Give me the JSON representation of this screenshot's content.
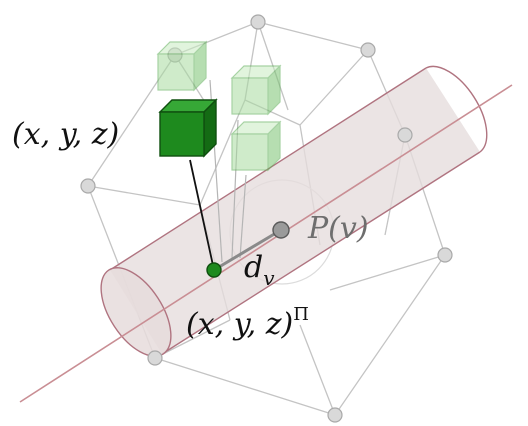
{
  "labels": {
    "point_3d": "(x, y, z)",
    "projection_base": "(x, y, z)",
    "projection_superscript": "Π",
    "distance_symbol": "d",
    "distance_subscript": "v",
    "curve_point": "P(v)"
  },
  "colors": {
    "focus_cube": "#1e8a1e",
    "ghost_cube": "#a8dba0",
    "tube_fill": "#e6dcdc",
    "tube_edge": "#b07480",
    "axis_line": "#c98e94",
    "graph_edge": "#c4c4c4",
    "graph_node": "#d9d9d9",
    "curve_point": "#9a9a9a",
    "projected_point": "#1e8a1e"
  }
}
